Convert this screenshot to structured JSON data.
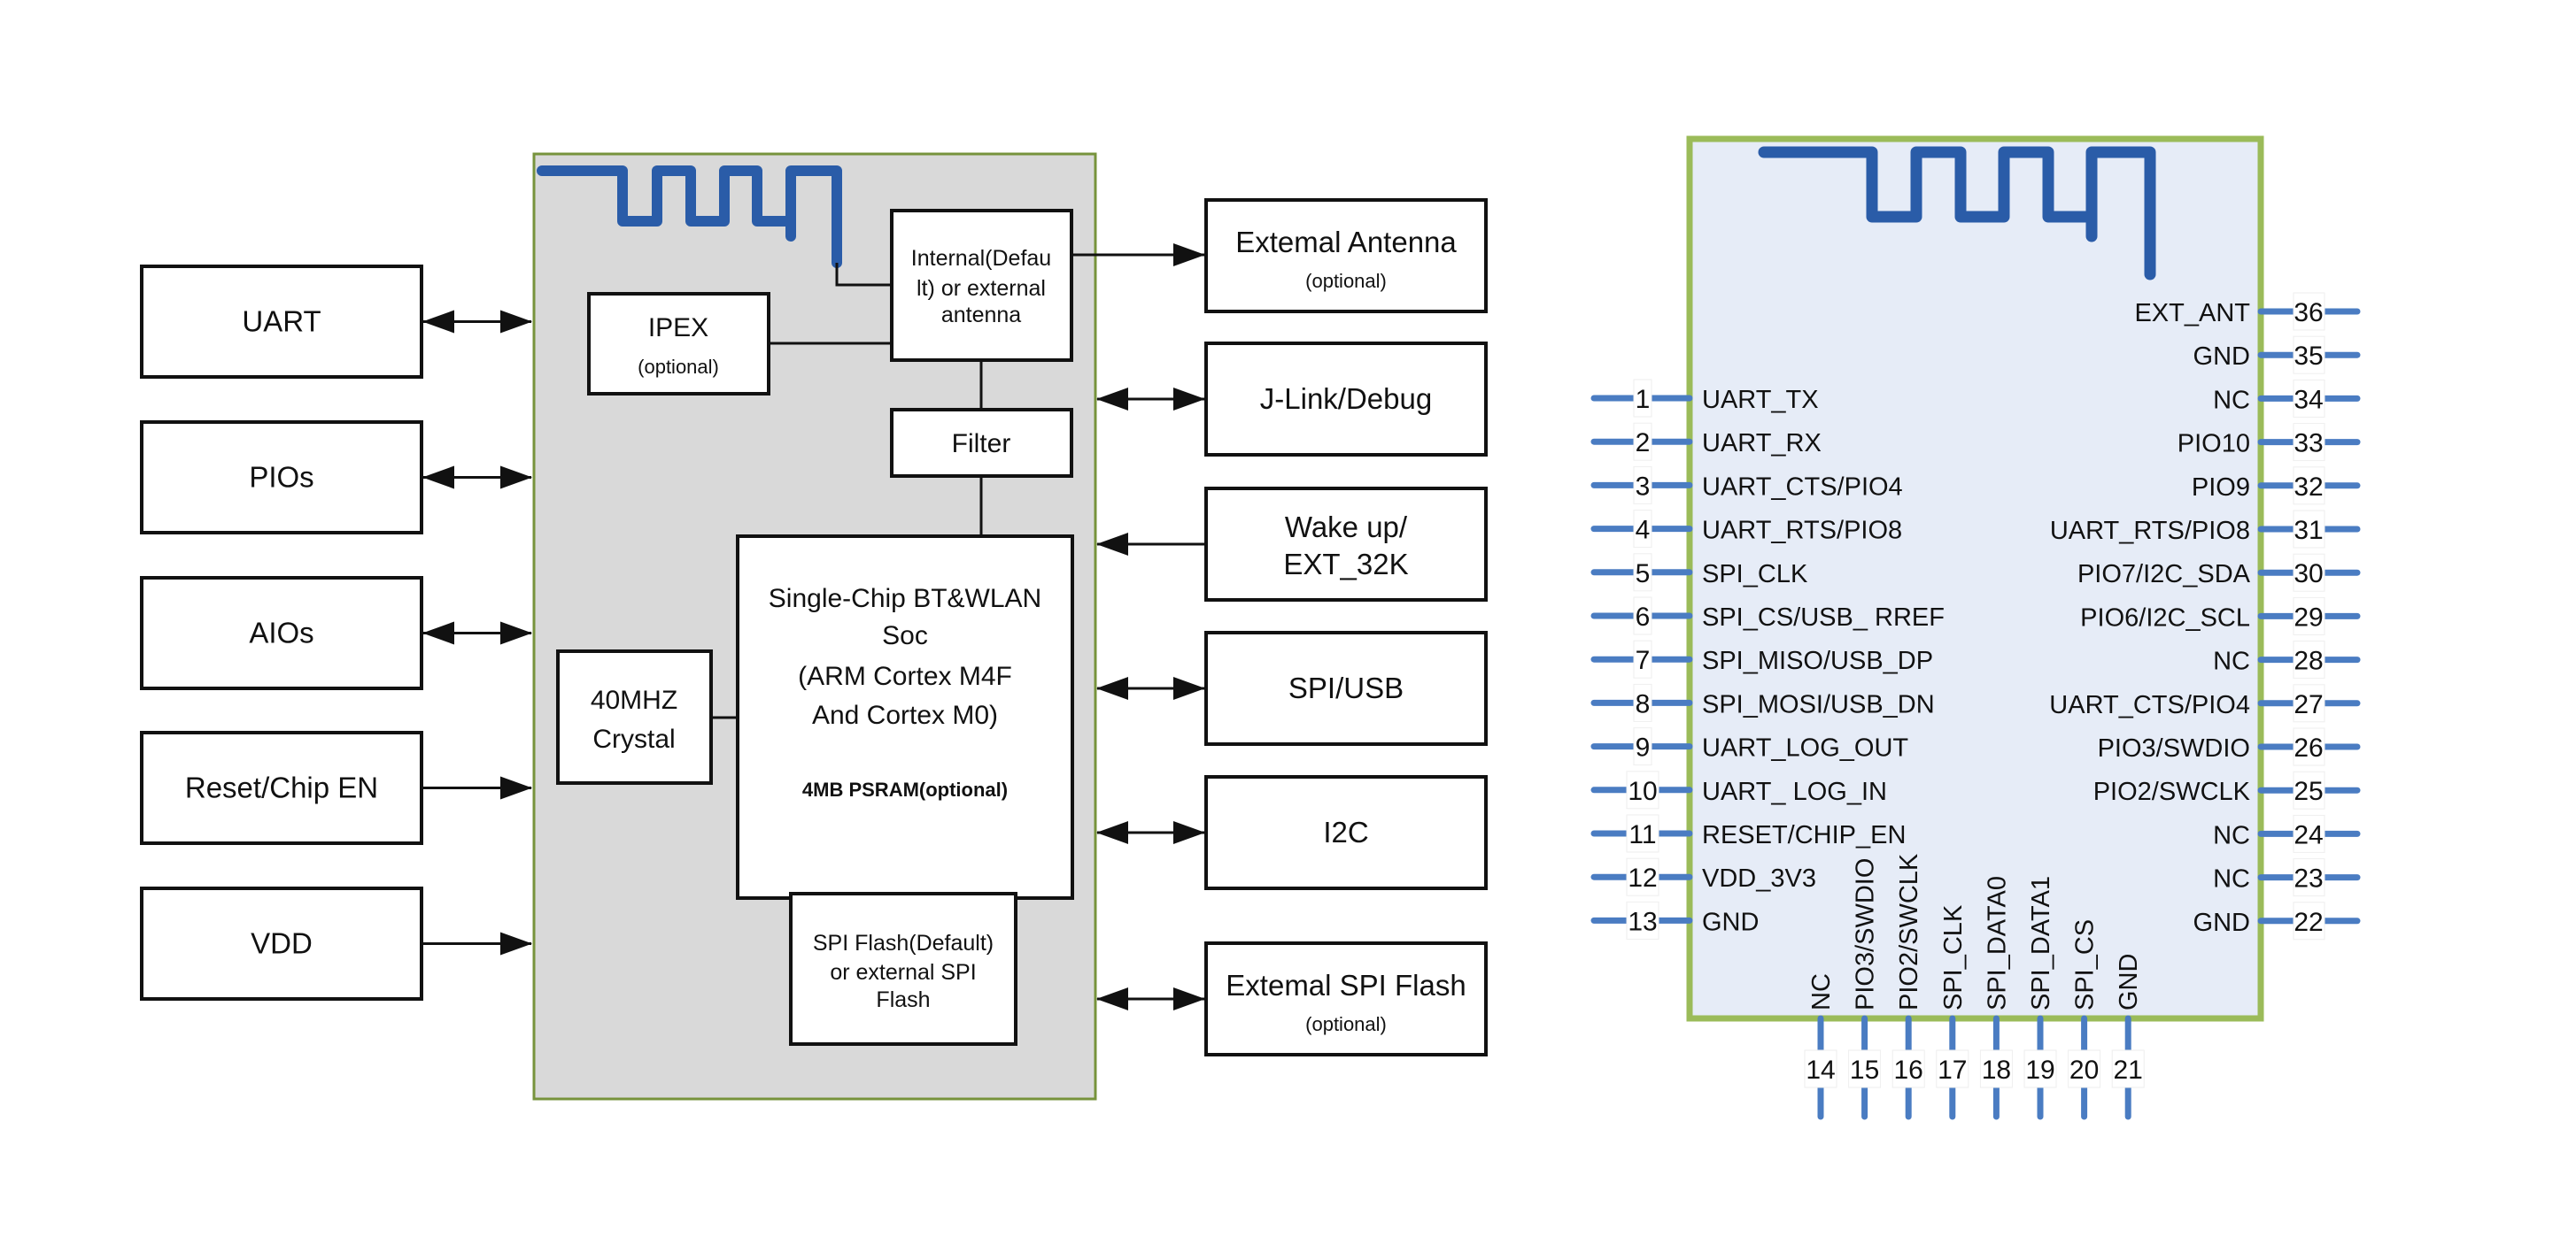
{
  "block_diagram": {
    "left_interfaces": [
      {
        "label": "UART",
        "direction": "bidirectional"
      },
      {
        "label": "PIOs",
        "direction": "bidirectional"
      },
      {
        "label": "AIOs",
        "direction": "bidirectional"
      },
      {
        "label": "Reset/Chip EN",
        "direction": "input"
      },
      {
        "label": "VDD",
        "direction": "input"
      }
    ],
    "right_interfaces": [
      {
        "label": "Extemal Antenna",
        "sublabel": "(optional)",
        "direction": "output"
      },
      {
        "label": "J-Link/Debug",
        "sublabel": "",
        "direction": "bidirectional"
      },
      {
        "label": "Wake up/",
        "sublabel_line": "EXT_32K",
        "direction": "input"
      },
      {
        "label": "SPI/USB",
        "sublabel": "",
        "direction": "bidirectional"
      },
      {
        "label": "I2C",
        "sublabel": "",
        "direction": "bidirectional"
      },
      {
        "label": "Extemal SPI Flash",
        "sublabel": "(optional)",
        "direction": "bidirectional"
      }
    ],
    "internal": {
      "ipex": {
        "title": "IPEX",
        "sub": "(optional)"
      },
      "antenna_select": {
        "lines": [
          "Internal(Defau",
          "lt) or external",
          "antenna"
        ]
      },
      "filter": {
        "title": "Filter"
      },
      "crystal": {
        "lines": [
          "40MHZ",
          "Crystal"
        ]
      },
      "soc": {
        "lines": [
          "Single-Chip BT&WLAN",
          "Soc",
          "(ARM Cortex M4F",
          "And Cortex M0)"
        ],
        "note": "4MB PSRAM(optional)"
      },
      "spi_flash": {
        "lines": [
          "SPI Flash(Default)",
          "or external SPI",
          "Flash"
        ]
      }
    }
  },
  "pinout": {
    "left_pins": [
      {
        "num": "1",
        "name": "UART_TX"
      },
      {
        "num": "2",
        "name": "UART_RX"
      },
      {
        "num": "3",
        "name": "UART_CTS/PIO4"
      },
      {
        "num": "4",
        "name": "UART_RTS/PIO8"
      },
      {
        "num": "5",
        "name": "SPI_CLK"
      },
      {
        "num": "6",
        "name": "SPI_CS/USB_ RREF"
      },
      {
        "num": "7",
        "name": "SPI_MISO/USB_DP"
      },
      {
        "num": "8",
        "name": "SPI_MOSI/USB_DN"
      },
      {
        "num": "9",
        "name": "UART_LOG_OUT"
      },
      {
        "num": "10",
        "name": "UART_ LOG_IN"
      },
      {
        "num": "11",
        "name": "RESET/CHIP_EN"
      },
      {
        "num": "12",
        "name": "VDD_3V3"
      },
      {
        "num": "13",
        "name": "GND"
      }
    ],
    "bottom_pins": [
      {
        "num": "14",
        "name": "NC"
      },
      {
        "num": "15",
        "name": "PIO3/SWDIO"
      },
      {
        "num": "16",
        "name": "PIO2/SWCLK"
      },
      {
        "num": "17",
        "name": "SPI_CLK"
      },
      {
        "num": "18",
        "name": "SPI_DATA0"
      },
      {
        "num": "19",
        "name": "SPI_DATA1"
      },
      {
        "num": "20",
        "name": "SPI_CS"
      },
      {
        "num": "21",
        "name": "GND"
      }
    ],
    "right_pins": [
      {
        "num": "36",
        "name": "EXT_ANT"
      },
      {
        "num": "35",
        "name": "GND"
      },
      {
        "num": "34",
        "name": "NC"
      },
      {
        "num": "33",
        "name": "PIO10"
      },
      {
        "num": "32",
        "name": "PIO9"
      },
      {
        "num": "31",
        "name": "UART_RTS/PIO8"
      },
      {
        "num": "30",
        "name": "PIO7/I2C_SDA"
      },
      {
        "num": "29",
        "name": "PIO6/I2C_SCL"
      },
      {
        "num": "28",
        "name": "NC"
      },
      {
        "num": "27",
        "name": "UART_CTS/PIO4"
      },
      {
        "num": "26",
        "name": "PIO3/SWDIO"
      },
      {
        "num": "25",
        "name": "PIO2/SWCLK"
      },
      {
        "num": "24",
        "name": "NC"
      },
      {
        "num": "23",
        "name": "NC"
      },
      {
        "num": "22",
        "name": "GND"
      }
    ]
  },
  "colors": {
    "module_fill": "#D9D9D9",
    "module_border": "#77933C",
    "antenna": "#2A5CA8",
    "pinout_fill": "#E6ECF7",
    "pinout_border": "#9BBB59",
    "pin_line": "#4A7CC2"
  }
}
